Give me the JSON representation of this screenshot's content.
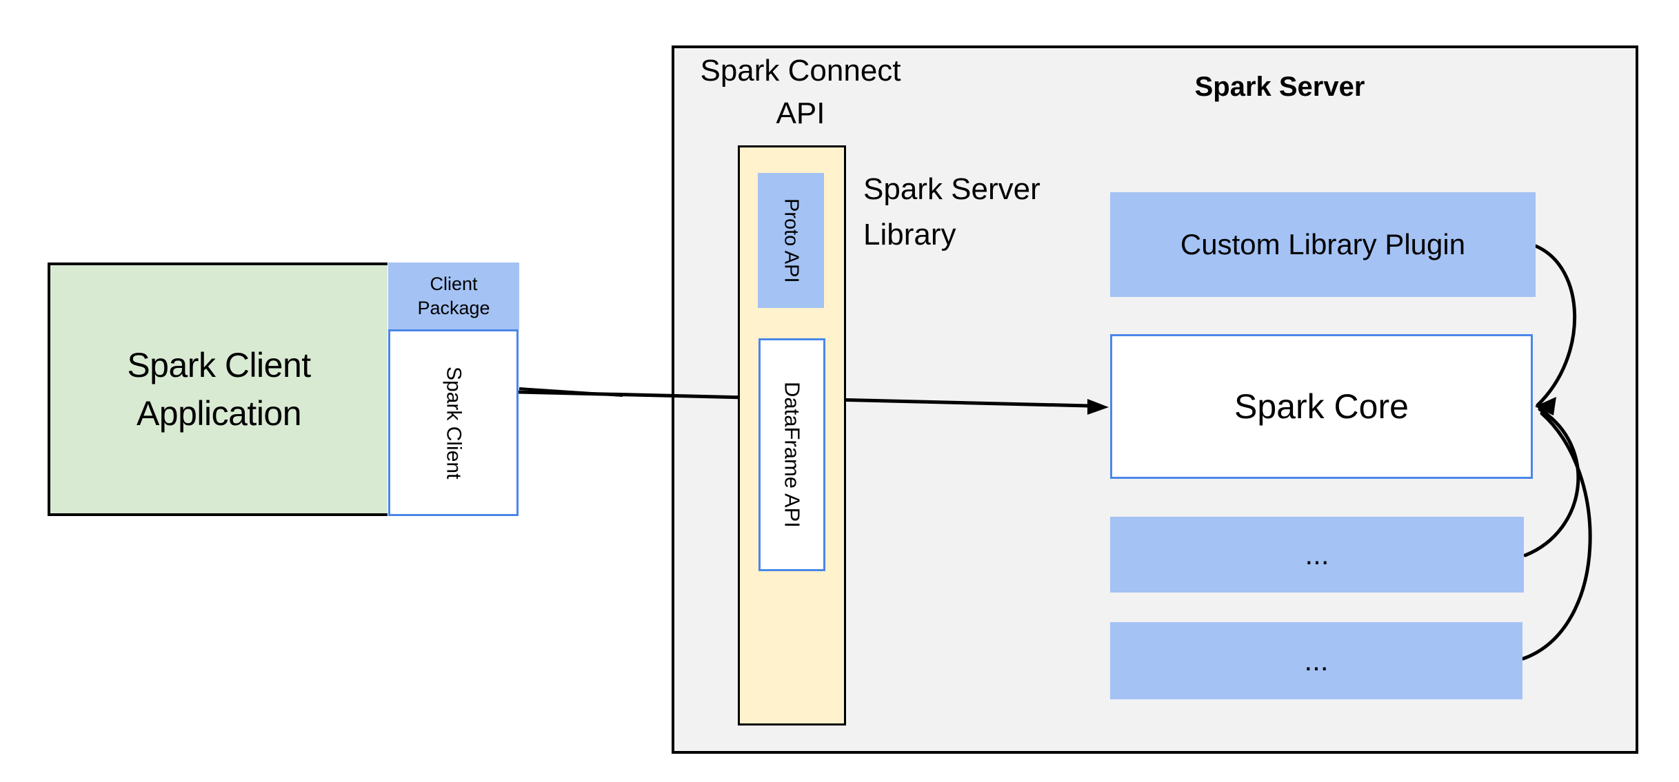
{
  "colors": {
    "client_app_fill": "#d9ead3",
    "blue_fill": "#a4c2f4",
    "library_fill": "#fff2cc",
    "panel_fill": "#f2f2f2",
    "blue_border": "#4a86e8",
    "line_color": "#000000"
  },
  "client": {
    "application": {
      "line1": "Spark Client",
      "line2": "Application"
    },
    "package": {
      "line1": "Client",
      "line2": "Package"
    },
    "spark_client": "Spark Client"
  },
  "connect_api": {
    "label": {
      "line1": "Spark Connect",
      "line2": "API"
    },
    "proto_api": "Proto API",
    "dataframe_api": "DataFrame API",
    "server_library": {
      "line1": "Spark Server",
      "line2": "Library"
    }
  },
  "server": {
    "title": "Spark Server",
    "custom_library_plugin": "Custom Library Plugin",
    "spark_core": "Spark Core",
    "plugin_slot_1": "...",
    "plugin_slot_2": "..."
  }
}
